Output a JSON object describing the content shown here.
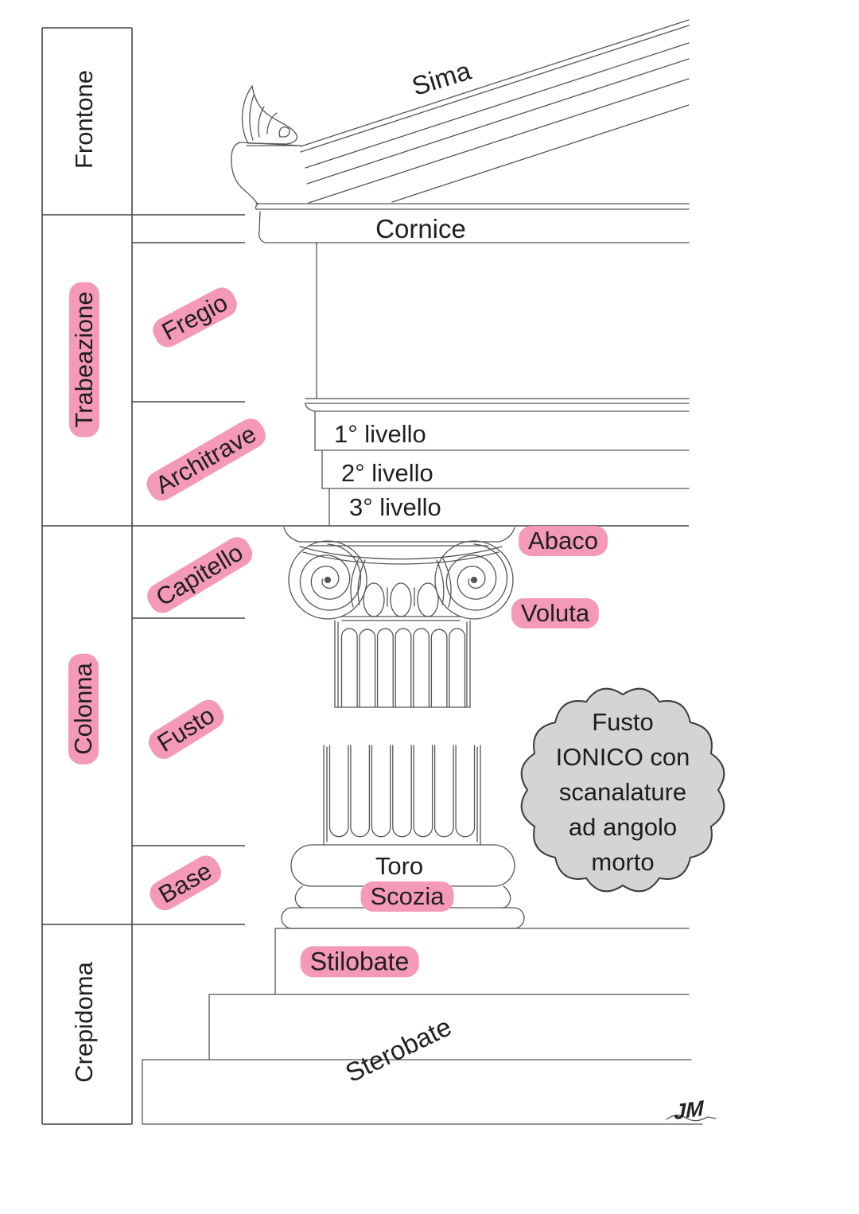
{
  "colors": {
    "highlight_pink": "#f499b7",
    "badge_gray": "#d4d4d4",
    "line_gray": "#4a4a4a",
    "text_dark": "#1f1f1f"
  },
  "left_column": {
    "frontone": "Frontone",
    "trabeazione": "Trabeazione",
    "colonna": "Colonna",
    "crepidoma": "Crepidoma"
  },
  "component_labels": {
    "fregio": "Fregio",
    "architrave": "Architrave",
    "capitello": "Capitello",
    "fusto": "Fusto",
    "base": "Base"
  },
  "part_labels": {
    "sima": "Sima",
    "cornice": "Cornice",
    "livello1": "1° livello",
    "livello2": "2° livello",
    "livello3": "3° livello",
    "abaco": "Abaco",
    "voluta": "Voluta",
    "toro": "Toro",
    "scozia": "Scozia",
    "stilobate": "Stilobate",
    "sterobate": "Sterobate"
  },
  "badge": {
    "lines": [
      "Fusto",
      "IONICO con",
      "scanalature",
      "ad angolo",
      "morto"
    ]
  },
  "signature": "JM"
}
